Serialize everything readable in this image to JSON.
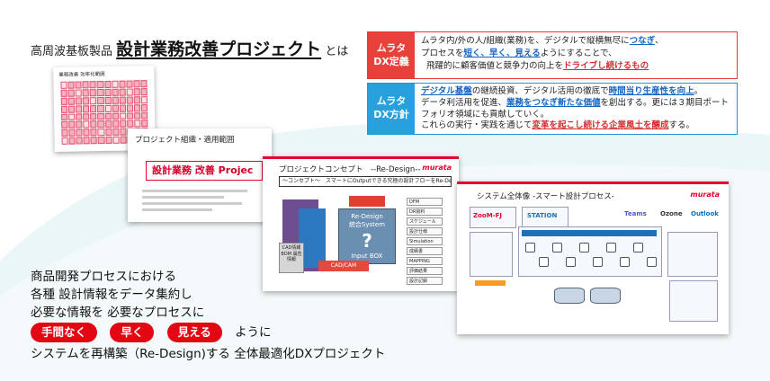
{
  "heading": {
    "prefix": "高周波基板製品",
    "highlight": "設計業務改善プロジェクト",
    "suffix": "とは"
  },
  "dx_definition": {
    "tag_line1": "ムラタ",
    "tag_line2": "DX定義",
    "line1_a": "ムラタ内/外の人/組織(業務)を、デジタルで縦横無尽に",
    "line1_b": "つなぎ",
    "line1_c": "、",
    "line2_a": "プロセスを",
    "line2_b": "短く、早く、見える",
    "line2_c": "ようにすることで、",
    "line3_a": "飛躍的に顧客価値と競争力の向上を",
    "line3_b": "ドライブし続けるもの"
  },
  "dx_policy": {
    "tag_line1": "ムラタ",
    "tag_line2": "DX方針",
    "line1_a": "デジタル基盤",
    "line1_b": "の継続投資、デジタル活用の徹底で",
    "line1_c": "時間当り生産性を向上",
    "line1_d": "。",
    "line2_a": "データ利活用を促進、",
    "line2_b": "業務をつなぎ新たな価値",
    "line2_c": "を創出する。更には３期目ポート",
    "line3": "フォリオ領域にも貢献していく。",
    "line4_a": "これらの実行・実践を通じて",
    "line4_b": "変革を起こし続ける企業風土を醸成",
    "line4_c": "する。"
  },
  "slides": {
    "s1_title": "業務改善 効率化範囲",
    "s2_title": "プロジェクト組織・適用範囲",
    "s2_big": "設計業務 改善 Projec",
    "s3_title": "プロジェクトコンセプト　--Re-Design--",
    "s3_concept": "～コンセプト～　スマートにOutputできる究極の設計フローをRe-Design",
    "s3_center": "Re-Design",
    "s3_center2": "統合System",
    "s3_q": "?",
    "s3_inputbox": "Input BOX",
    "s3_cad": "CAD/CAM",
    "s3_left": "CAD情報 BOM 属性情報",
    "s3_right": [
      "DFM",
      "DR資料",
      "スケジュール",
      "設計仕様",
      "Simulation",
      "成績書",
      "MAPPING",
      "評価結果",
      "設計記録"
    ],
    "s4_title": "システム全体像 -スマート設計プロセス-",
    "s4_logos": [
      "ZooM-FJ",
      "STATION",
      "Teams",
      "Ozone",
      "Outlook"
    ],
    "brand": "murata"
  },
  "bottom": {
    "line1": "商品開発プロセスにおける",
    "line2": "各種 設計情報をデータ集約し",
    "line3": "必要な情報を 必要なプロセスに",
    "pill1": "手間なく",
    "pill2": "早く",
    "pill3": "見える",
    "tail": "ように",
    "line5": "システムを再構築（Re-Design)する 全体最適化DXプロジェクト"
  },
  "colors": {
    "accent_red": "#e30613",
    "dx_blue": "#27a0dd",
    "band": "#e4f4f7"
  }
}
